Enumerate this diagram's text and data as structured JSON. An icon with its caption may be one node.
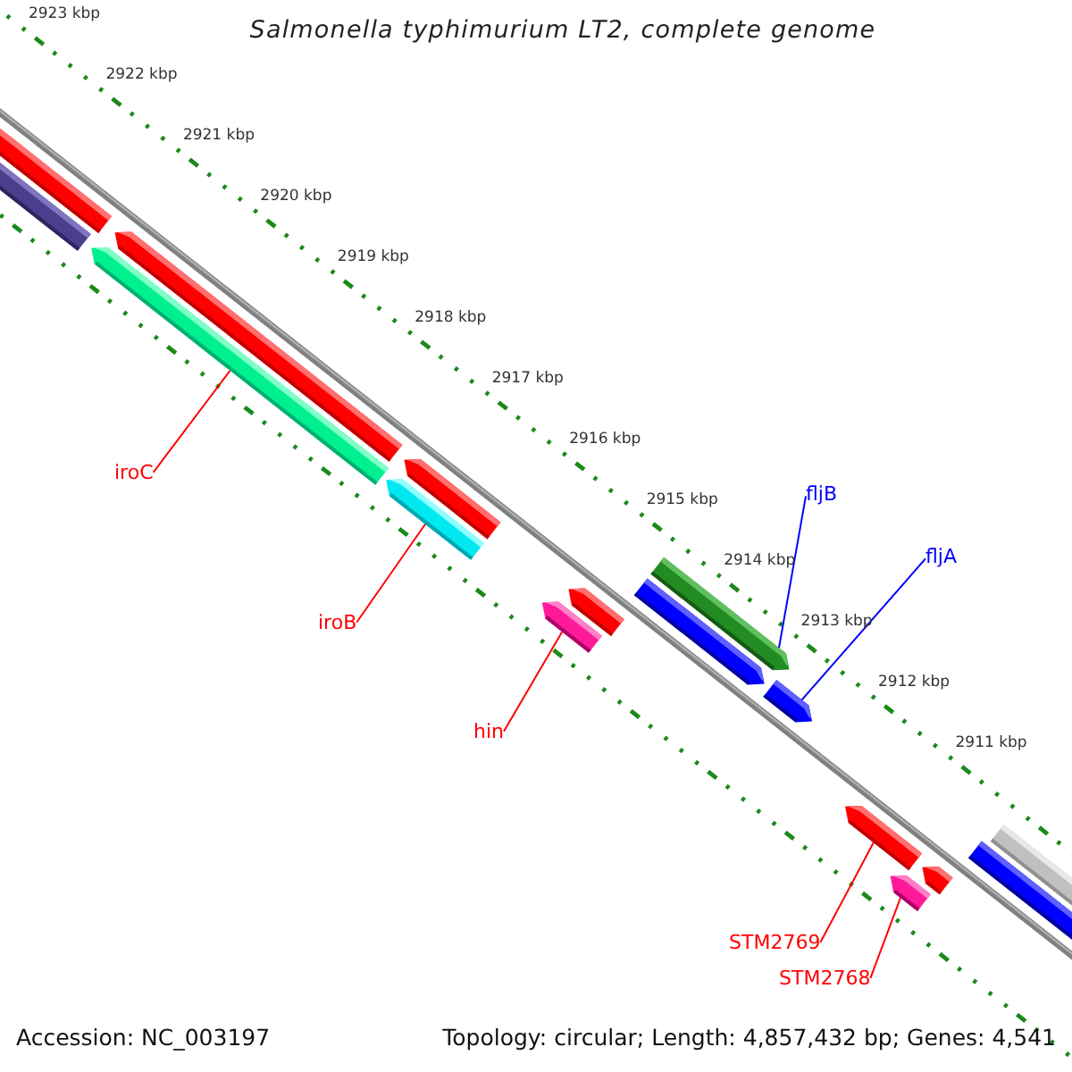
{
  "diagram": {
    "title": "Salmonella typhimurium LT2, complete genome",
    "nodes": [
      {
        "text": [
          "iroC"
        ]
      },
      {
        "text": [],
        "shape": "arrow"
      },
      {
        "text": [
          "iroB"
        ]
      },
      {
        "text": [],
        "shape": "arrow"
      },
      {
        "text": [
          "hin"
        ]
      },
      {
        "text": [],
        "shape": "arrow"
      },
      {
        "text": [
          "fljB"
        ]
      },
      {
        "text": [],
        "shape": "arrow"
      },
      {
        "text": [
          "fljA"
        ]
      },
      {
        "text": [],
        "shape": "arrow"
      },
      {
        "text": [
          "STM2769"
        ]
      },
      {
        "text": [],
        "shape": "arrow"
      },
      {
        "text": [
          "STM2768"
        ]
      },
      {
        "text": [],
        "shape": "arrow"
      }
    ],
    "edges": [
      {
        "from": 0,
        "to": 1,
        "arrow": "none"
      },
      {
        "from": 2,
        "to": 3,
        "arrow": "none"
      },
      {
        "from": 4,
        "to": 5,
        "arrow": "none"
      },
      {
        "from": 6,
        "to": 7,
        "arrow": "none",
        "color": "#0000ff"
      },
      {
        "from": 8,
        "to": 9,
        "arrow": "none",
        "color": "#0000ff"
      },
      {
        "from": 10,
        "to": 11,
        "arrow": "none"
      },
      {
        "from": 12,
        "to": 13,
        "arrow": "none"
      }
    ],
    "labels": [
      "2923 kbp",
      "2922 kbp",
      "2921 kbp",
      "2920 kbp",
      "2919 kbp",
      "2918 kbp",
      "2917 kbp",
      "2916 kbp",
      "2915 kbp",
      "2914 kbp",
      "2913 kbp",
      "2912 kbp",
      "2911 kbp",
      "Accession: NC_003197",
      "Topology: circular; Length: 4,857,432 bp; Genes: 4,541"
    ]
  }
}
